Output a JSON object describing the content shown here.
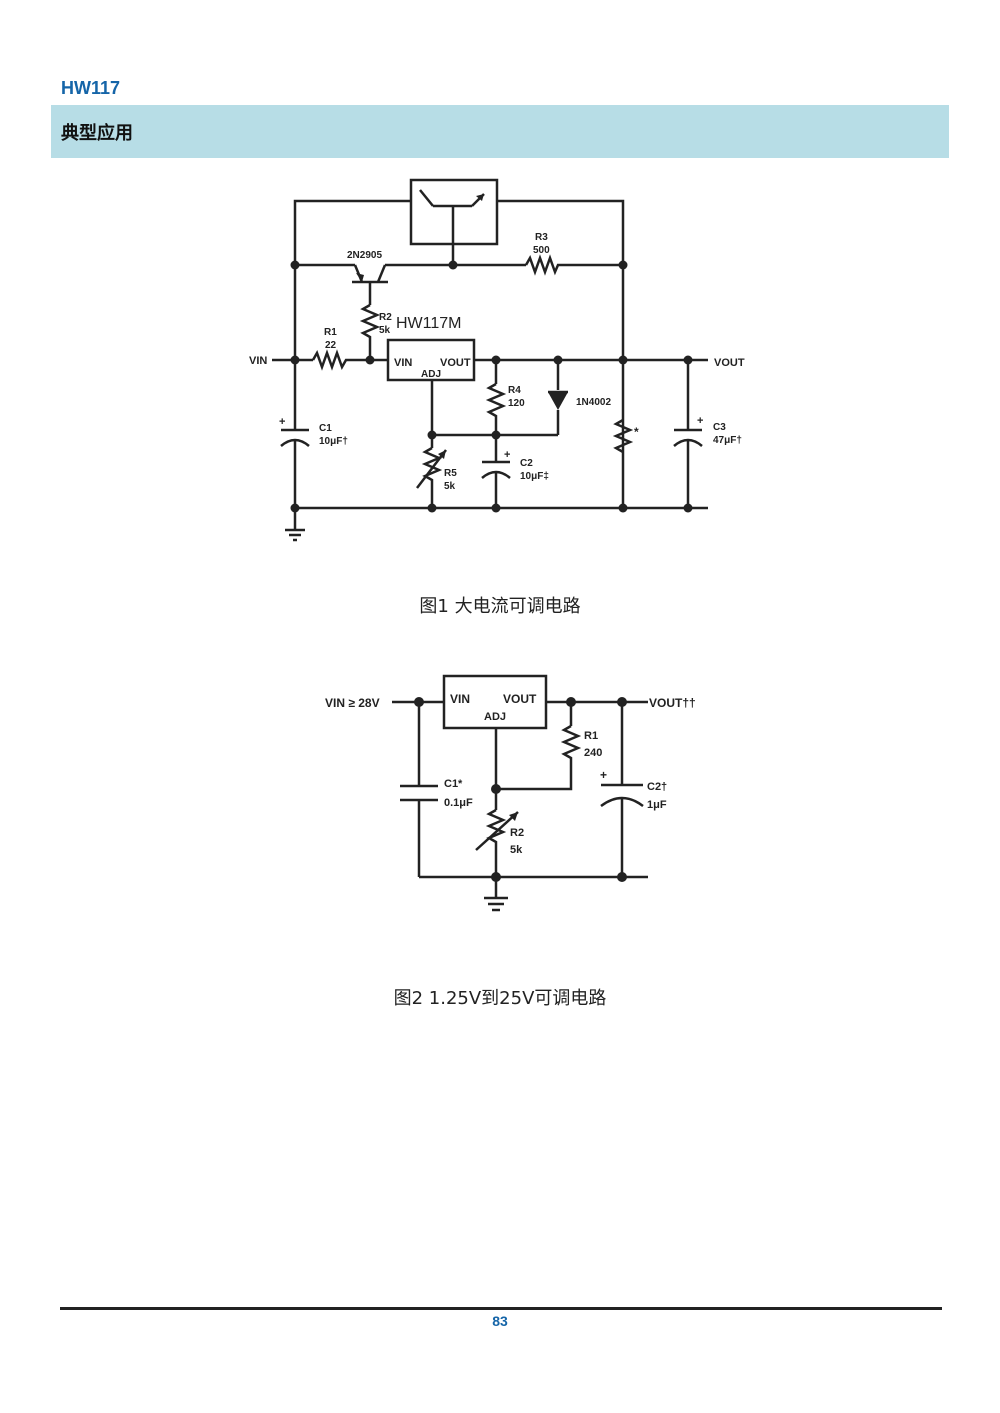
{
  "header": {
    "doc_title": "HW117",
    "section_title": "典型应用"
  },
  "figure1": {
    "caption": "图1  大电流可调电路",
    "labels": {
      "q1": "2N2905",
      "r3_name": "R3",
      "r3_value": "500",
      "r2_name": "R2",
      "r2_value": "5k",
      "ic_name": "HW117M",
      "r1_name": "R1",
      "r1_value": "22",
      "vin": "VIN",
      "ic_vin": "VIN",
      "ic_vout": "VOUT",
      "ic_adj": "ADJ",
      "vout": "VOUT",
      "r4_name": "R4",
      "r4_value": "120",
      "diode": "1N4002",
      "star": "*",
      "c1_name": "C1",
      "c1_value": "10μF†",
      "c2_name": "C2",
      "c2_value": "10μF‡",
      "c3_name": "C3",
      "c3_value": "47μF†",
      "r5_name": "R5",
      "r5_value": "5k",
      "plus": "+"
    }
  },
  "figure2": {
    "caption": "图2 1.25V到25V可调电路",
    "labels": {
      "vin": "VIN ≥ 28V",
      "ic_vin": "VIN",
      "ic_vout": "VOUT",
      "ic_adj": "ADJ",
      "vout": "VOUT††",
      "r1_name": "R1",
      "r1_value": "240",
      "c1_name": "C1*",
      "c1_value": "0.1μF",
      "c2_name": "C2†",
      "c2_value": "1μF",
      "r2_name": "R2",
      "r2_value": "5k",
      "plus": "+"
    }
  },
  "footer": {
    "page_number": "83"
  }
}
